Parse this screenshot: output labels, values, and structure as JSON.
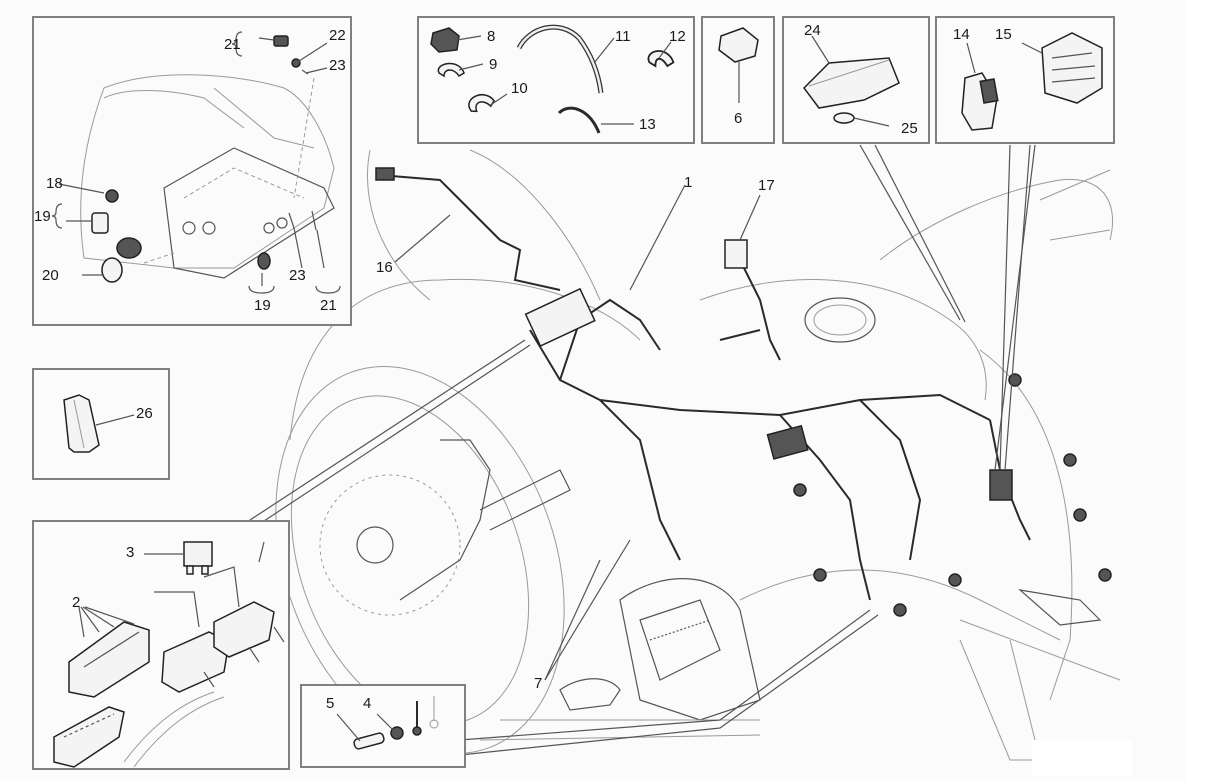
{
  "diagram": {
    "title": "Wiring harness exploded parts diagram",
    "colors": {
      "line": "#555555",
      "frame": "#808080",
      "text": "#1a1a1a",
      "background": "#fbfbfb"
    },
    "insets": {
      "top_left": {
        "labels": {
          "p18": "18",
          "p19a": "19",
          "p19b": "19",
          "p20": "20",
          "p21a": "21",
          "p21b": "21",
          "p22": "22",
          "p23a": "23",
          "p23b": "23"
        }
      },
      "clips": {
        "labels": {
          "p8": "8",
          "p9": "9",
          "p10": "10",
          "p11": "11",
          "p12": "12",
          "p13": "13"
        }
      },
      "cap": {
        "labels": {
          "p6": "6"
        }
      },
      "cover": {
        "labels": {
          "p24": "24",
          "p25": "25"
        }
      },
      "connectors": {
        "labels": {
          "p14": "14",
          "p15": "15"
        }
      },
      "tool": {
        "labels": {
          "p26": "26"
        }
      },
      "fuse_box": {
        "labels": {
          "p2": "2",
          "p3": "3"
        }
      },
      "screws": {
        "labels": {
          "p4": "4",
          "p5": "5"
        }
      }
    },
    "main_labels": {
      "p1": "1",
      "p7": "7",
      "p16": "16",
      "p17": "17"
    }
  }
}
